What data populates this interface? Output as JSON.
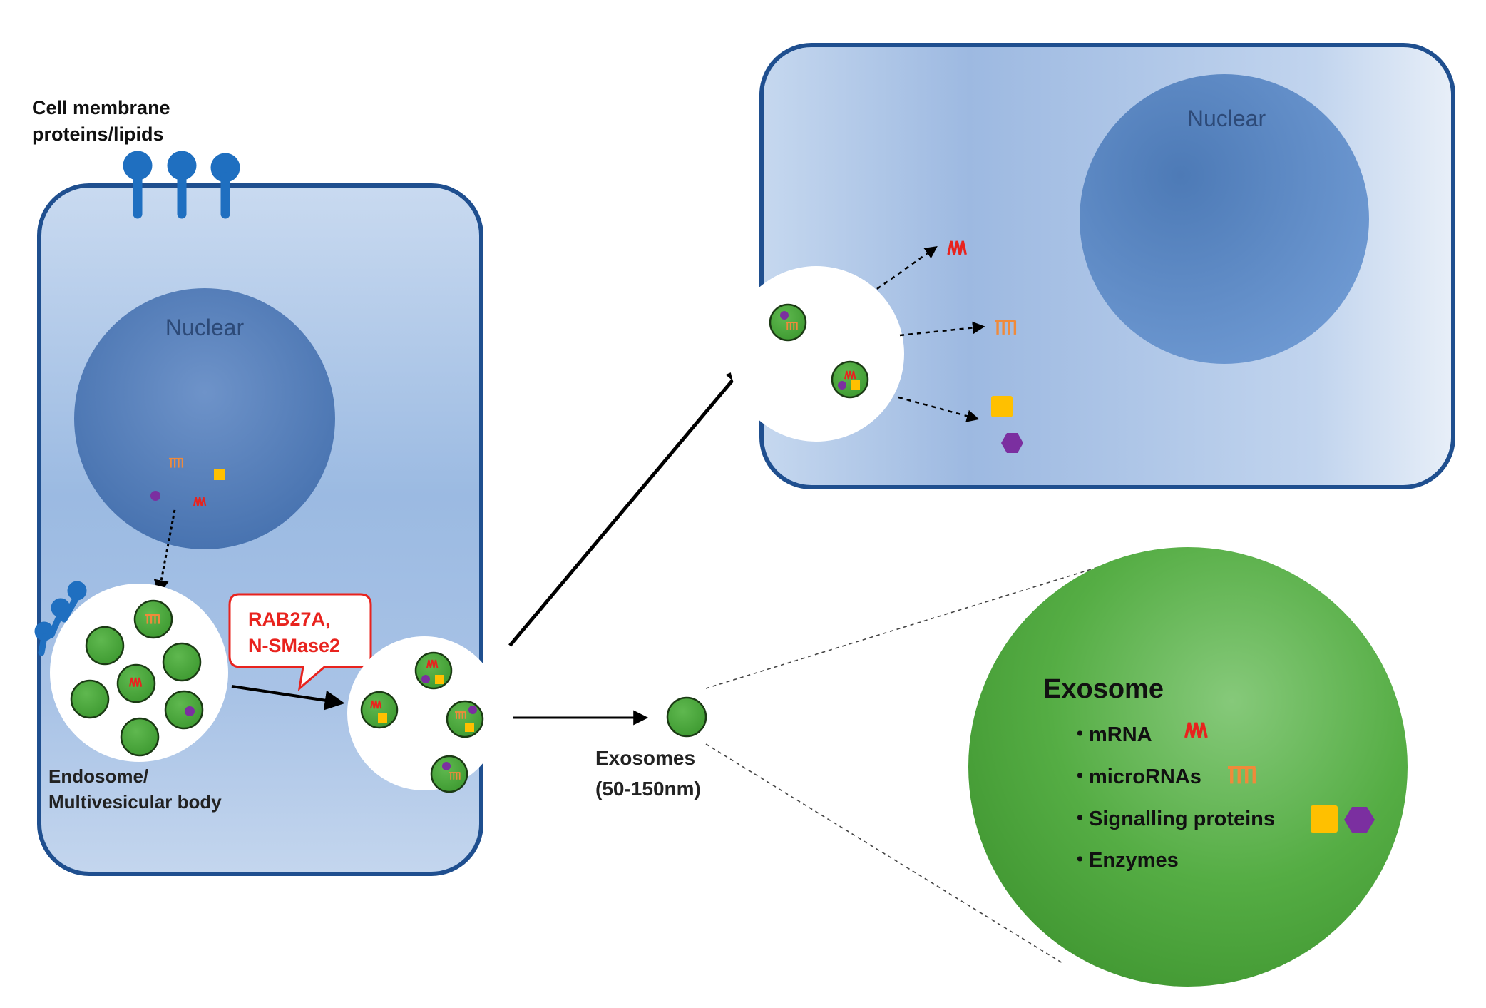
{
  "labels": {
    "membrane": [
      "Cell membrane",
      "proteins/lipids"
    ],
    "nuclear_left": "Nuclear",
    "nuclear_right": "Nuclear",
    "endosome": [
      "Endosome/",
      "Multivesicular body"
    ],
    "callout": [
      "RAB27A,",
      "N-SMase2"
    ],
    "exosomes": [
      "Exosomes",
      "(50-150nm)"
    ]
  },
  "legend": {
    "title": "Exosome",
    "items": [
      {
        "bullet": "・",
        "label": "mRNA",
        "icon": "mrna-icon"
      },
      {
        "bullet": "・",
        "label": "microRNAs",
        "icon": "microrna-icon"
      },
      {
        "bullet": "・",
        "label": "Signalling proteins",
        "icon": "protein-icons"
      },
      {
        "bullet": "・",
        "label": "Enzymes",
        "icon": ""
      }
    ]
  },
  "colors": {
    "cell_border": "#1f4f8f",
    "cell_fill_light": "#c8d9ef",
    "cell_fill_dark": "#8fb0dd",
    "nucleus": "#4d7ab8",
    "vesicle_green": "#4aa83c",
    "mrna": "#e8231e",
    "microrna": "#f08a3a",
    "protein_square": "#ffc000",
    "protein_hexagon": "#7b2fa0",
    "callout": "#e8231e",
    "receptor": "#1f6fc0"
  }
}
